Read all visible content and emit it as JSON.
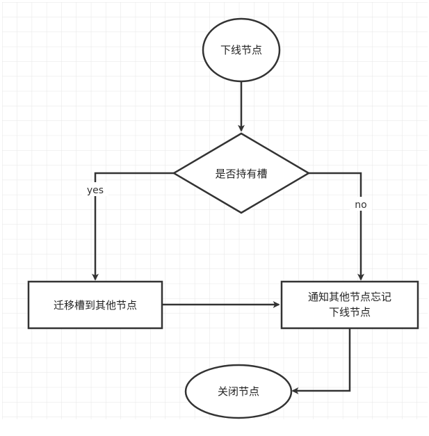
{
  "colors": {
    "stroke": "#333333",
    "grid": "#e6e6e6",
    "background": "#ffffff",
    "text": "#222222"
  },
  "nodes": {
    "start": {
      "label": "下线节点"
    },
    "decision": {
      "label": "是否持有槽"
    },
    "migrate": {
      "label": "迁移槽到其他节点"
    },
    "notify": {
      "line1": "通知其他节点忘记",
      "line2": "下线节点"
    },
    "end": {
      "label": "关闭节点"
    }
  },
  "edges": {
    "yes_label": "yes",
    "no_label": "no"
  }
}
